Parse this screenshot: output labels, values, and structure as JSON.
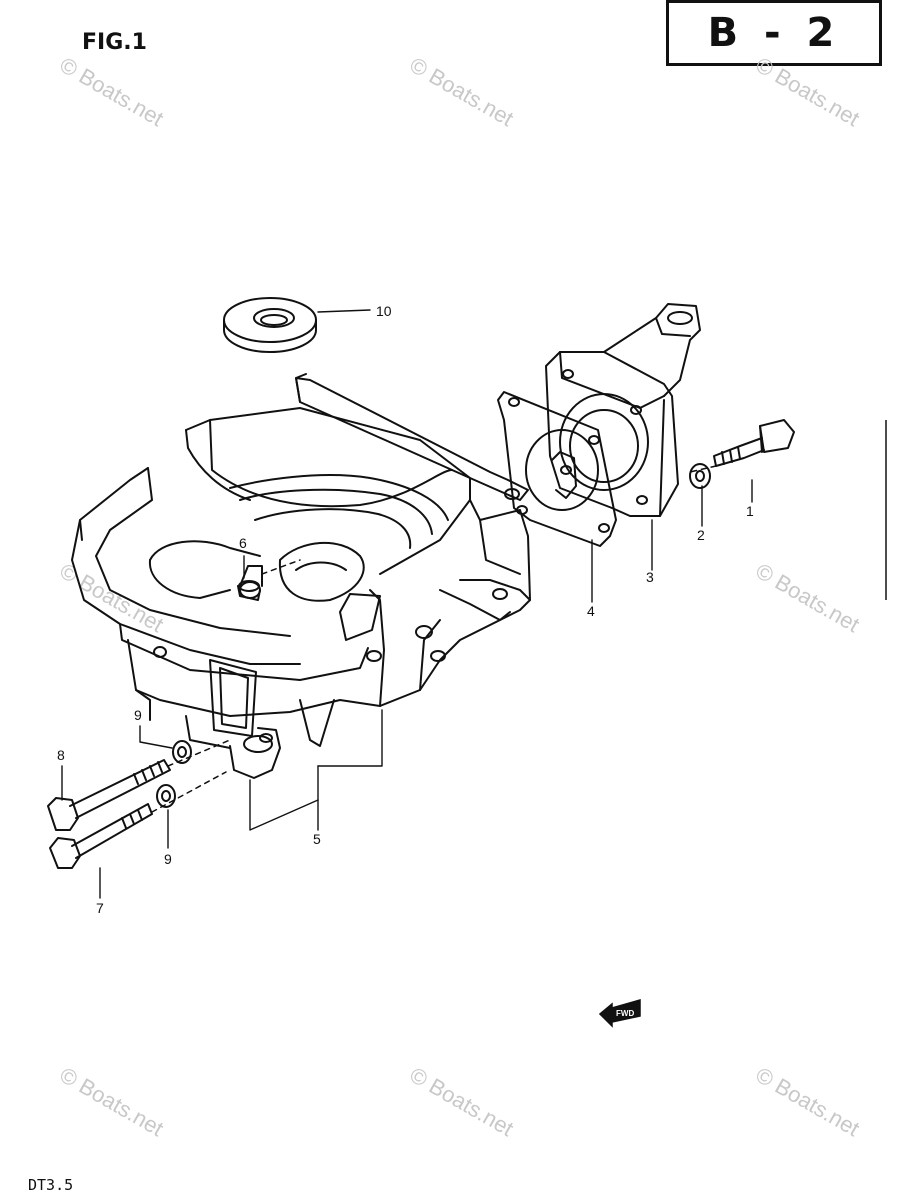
{
  "figure": {
    "title": "FIG.1",
    "section": "B - 2",
    "model": "DT3.5"
  },
  "callouts": [
    "1",
    "2",
    "3",
    "4",
    "5",
    "6",
    "7",
    "8",
    "9",
    "9",
    "10"
  ],
  "direction_marker": {
    "label": "FWD",
    "icon": "forward-arrow-icon"
  },
  "watermark": "© Boats.net",
  "colors": {
    "ink": "#111111",
    "watermark": "#c8c8c8",
    "paper": "#ffffff"
  }
}
